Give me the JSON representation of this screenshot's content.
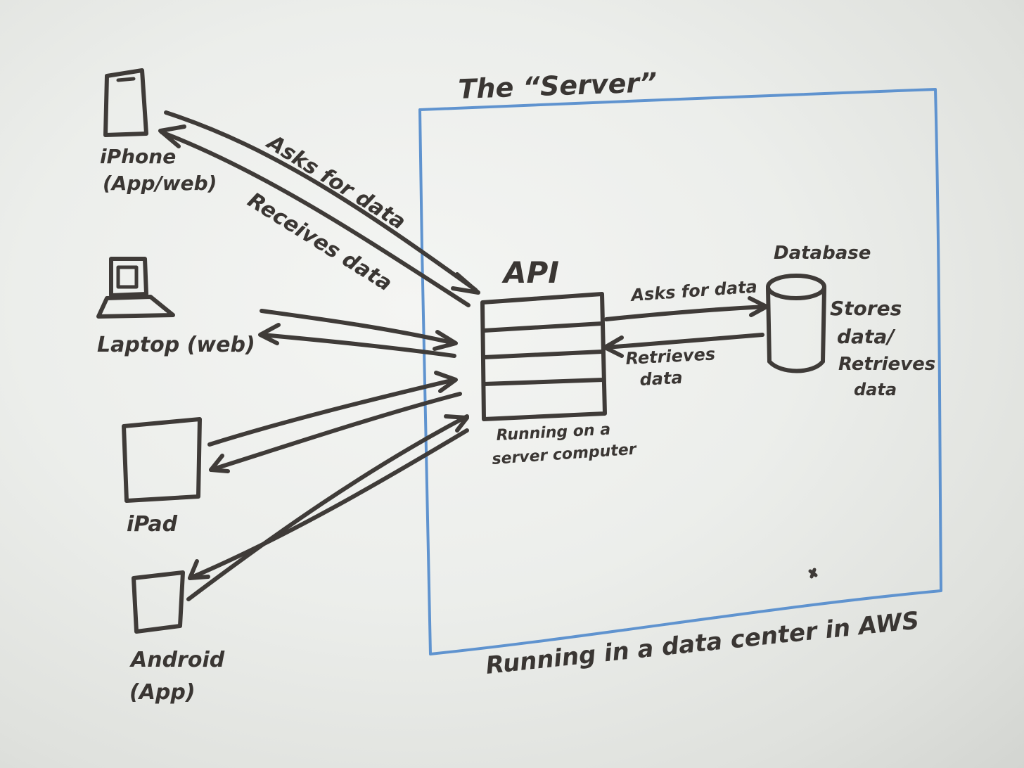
{
  "server_title": "The “Server”",
  "datacenter_label": "Running in a data center in AWS",
  "api": {
    "label": "API",
    "note_line1": "Running on a",
    "note_line2": "server computer"
  },
  "database": {
    "label": "Database",
    "note_line1": "Stores",
    "note_line2": "data/",
    "note_line3": "Retrieves",
    "note_line4": "data"
  },
  "devices": {
    "iphone_line1": "iPhone",
    "iphone_line2": "(App/web)",
    "laptop": "Laptop (web)",
    "ipad": "iPad",
    "android_line1": "Android",
    "android_line2": "(App)"
  },
  "arrows": {
    "asks_for_data": "Asks for data",
    "receives_data": "Receives data",
    "db_asks_for_data": "Asks for data",
    "db_retrieves_line1": "Retrieves",
    "db_retrieves_line2": "data"
  },
  "colors": {
    "ink": "#3f3b38",
    "server_border": "#5f93cf",
    "board": "#eceeeb"
  }
}
